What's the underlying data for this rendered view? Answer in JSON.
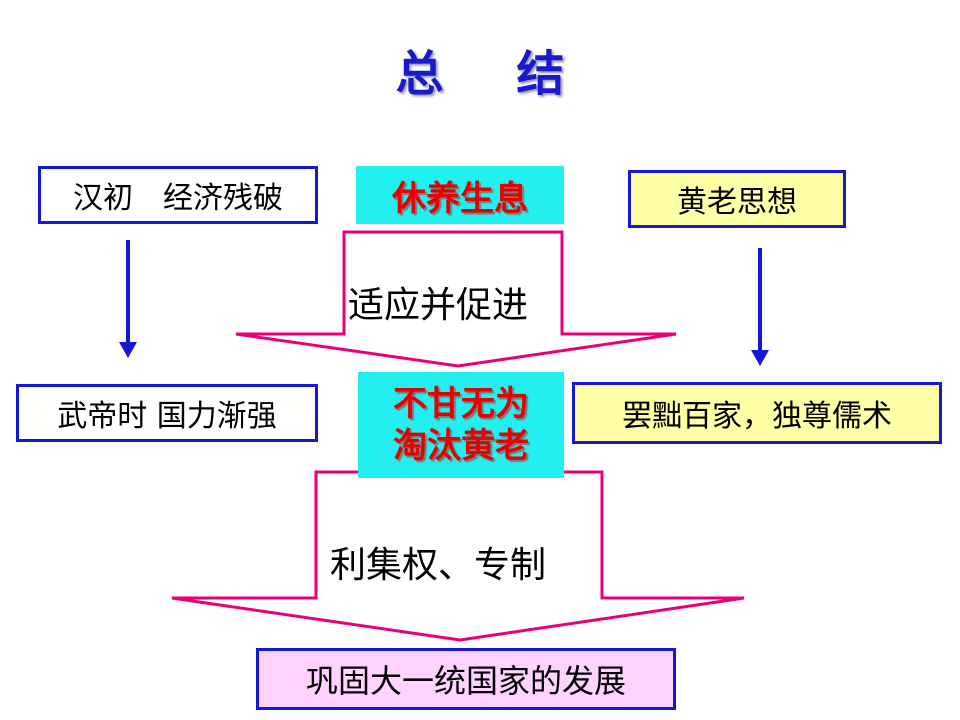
{
  "title": "总 结",
  "left_top": "汉初　经济残破",
  "left_bottom": "武帝时  国力渐强",
  "center_top": "休养生息",
  "center_middle_line1": "不甘无为",
  "center_middle_line2": "淘汰黄老",
  "right_top": "黄老思想",
  "right_bottom": "罢黜百家，独尊儒术",
  "arrow1_label": "适应并促进",
  "arrow2_label": "利集权、专制",
  "bottom": "巩固大一统国家的发展",
  "colors": {
    "border_blue": "#1616d6",
    "arrow_pink": "#e8007a",
    "title_blue": "#1a1acd",
    "red_text": "#e80000",
    "cyan_fill": "#22f0f0",
    "yellow_fill": "#ffffa6",
    "pink_fill": "#ffd2ff"
  }
}
